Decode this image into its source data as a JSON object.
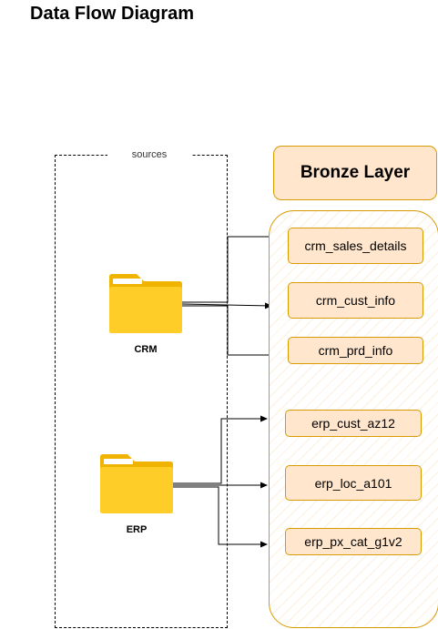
{
  "title": "Data Flow Diagram",
  "sources": {
    "label": "sources",
    "systems": [
      {
        "label": "CRM",
        "icon": "folder-icon"
      },
      {
        "label": "ERP",
        "icon": "folder-icon"
      }
    ]
  },
  "bronze": {
    "title": "Bronze Layer",
    "tables": [
      {
        "label": "crm_sales_details"
      },
      {
        "label": "crm_cust_info"
      },
      {
        "label": "crm_prd_info"
      },
      {
        "label": "erp_cust_az12"
      },
      {
        "label": "erp_loc_a101"
      },
      {
        "label": "erp_px_cat_g1v2"
      }
    ]
  },
  "colors": {
    "bronze_fill": "#ffe6cc",
    "bronze_stroke": "#d79b00",
    "folder_yellow": "#ffcd28",
    "folder_dark": "#f0b400"
  }
}
